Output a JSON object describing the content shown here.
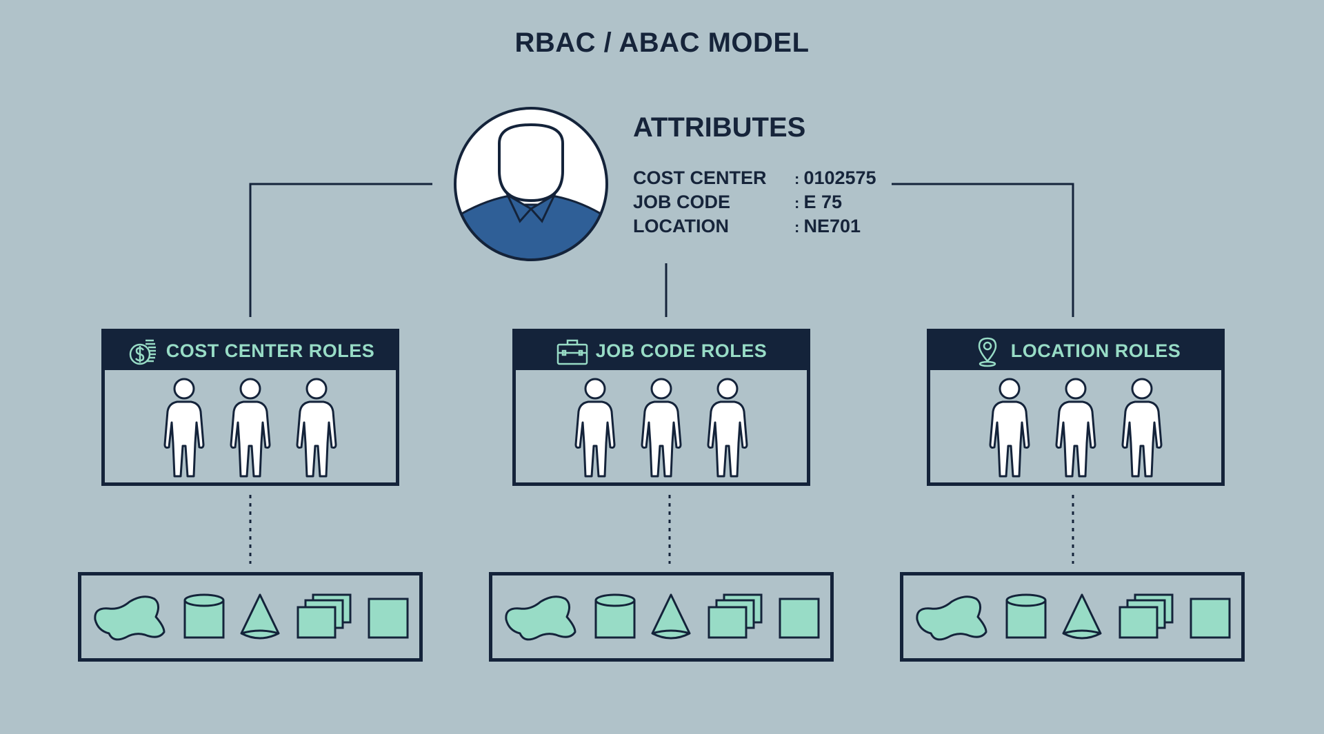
{
  "title": "RBAC / ABAC MODEL",
  "user": {
    "icon": "user-avatar-icon",
    "attributes_title": "ATTRIBUTES",
    "attributes": [
      {
        "label": "COST CENTER",
        "value": "0102575"
      },
      {
        "label": "JOB CODE",
        "value": "E 75"
      },
      {
        "label": "LOCATION",
        "value": "NE701"
      }
    ]
  },
  "role_groups": [
    {
      "label": "COST CENTER ROLES",
      "icon": "dollar-coins-icon",
      "members": 3
    },
    {
      "label": "JOB CODE ROLES",
      "icon": "briefcase-icon",
      "members": 3
    },
    {
      "label": "LOCATION ROLES",
      "icon": "location-pin-icon",
      "members": 3
    }
  ],
  "resources": {
    "icons": [
      "blob-icon",
      "cylinder-icon",
      "cone-icon",
      "stacked-cards-icon",
      "square-icon"
    ]
  },
  "colors": {
    "background": "#b0c2c9",
    "dark": "#14233a",
    "accent": "#98dcc6",
    "shirt": "#2f5f97"
  }
}
